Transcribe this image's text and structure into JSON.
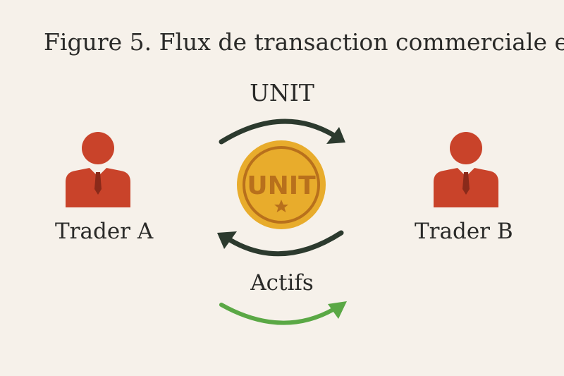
{
  "title": "Figure 5. Flux de transaction commerciale en",
  "flow_top_label": "UNIT",
  "flow_bottom_label": "Actifs",
  "coin": {
    "text": "UNIT",
    "icon": "star-icon"
  },
  "traders": [
    {
      "label": "Trader A",
      "icon": "person-icon"
    },
    {
      "label": "Trader B",
      "icon": "person-icon"
    }
  ],
  "colors": {
    "background": "#f6f1ea",
    "person": "#c9432a",
    "coin": "#e8ac2c",
    "coin_ink": "#b8701c",
    "arrow_dark": "#2c3a2e",
    "arrow_green": "#5aa845"
  }
}
